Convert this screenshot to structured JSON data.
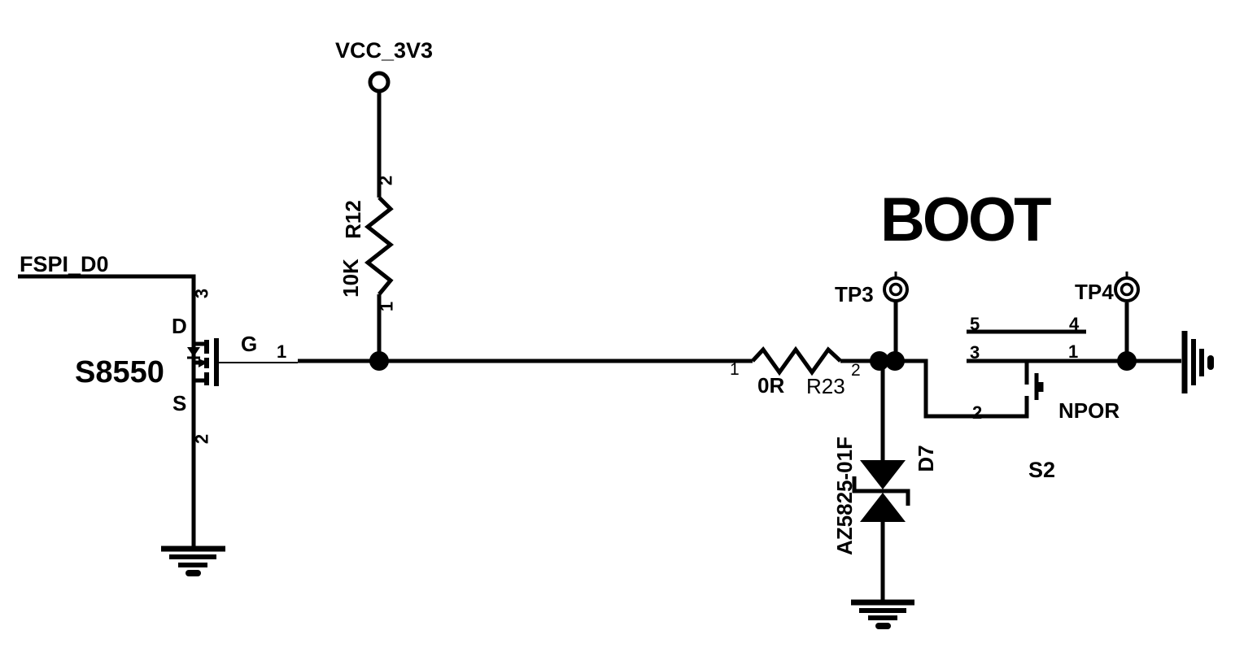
{
  "schematic": {
    "title": "BOOT",
    "background": "#ffffff",
    "ink_color": "#000000",
    "net_labels": {
      "fspi_d0": "FSPI_D0",
      "vcc_3v3": "VCC_3V3",
      "npor": "NPOR"
    },
    "transistor": {
      "part": "S8550",
      "pin_name_drain": "D",
      "pin_name_gate": "G",
      "pin_name_source": "S",
      "pin_num_drain": "3",
      "pin_num_gate": "1",
      "pin_num_source": "2"
    },
    "r12": {
      "ref": "R12",
      "value": "10K",
      "pin_top": "2",
      "pin_bottom": "1"
    },
    "r23": {
      "ref": "R23",
      "value": "0R",
      "pin_left": "1",
      "pin_right": "2"
    },
    "d7": {
      "ref": "D7",
      "part": "AZ5825-01F"
    },
    "s2": {
      "ref": "S2",
      "pin5": "5",
      "pin4": "4",
      "pin3": "3",
      "pin1": "1",
      "pin2": "2"
    },
    "tp3": {
      "ref": "TP3"
    },
    "tp4": {
      "ref": "TP4"
    }
  }
}
